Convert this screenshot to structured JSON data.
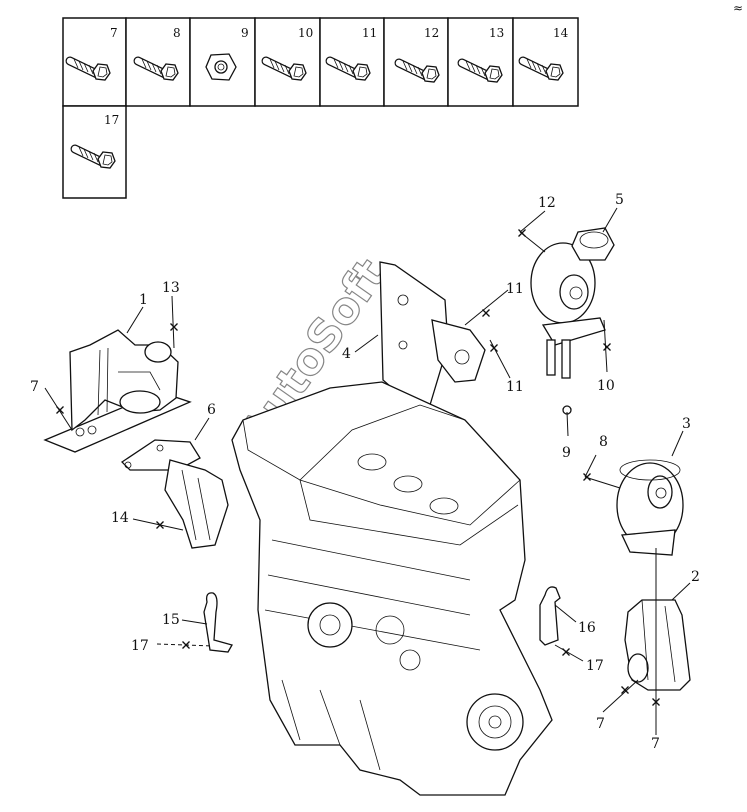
{
  "fastener_table": {
    "row1": [
      "7",
      "8",
      "9",
      "10",
      "11",
      "12",
      "13",
      "14"
    ],
    "row2": [
      "17"
    ]
  },
  "callouts": [
    "1",
    "2",
    "3",
    "4",
    "5",
    "6",
    "7",
    "7",
    "7",
    "8",
    "9",
    "10",
    "11",
    "11",
    "12",
    "13",
    "14",
    "15",
    "16",
    "17",
    "17"
  ],
  "watermark": "AutoSoft",
  "corner_mark": "≈"
}
